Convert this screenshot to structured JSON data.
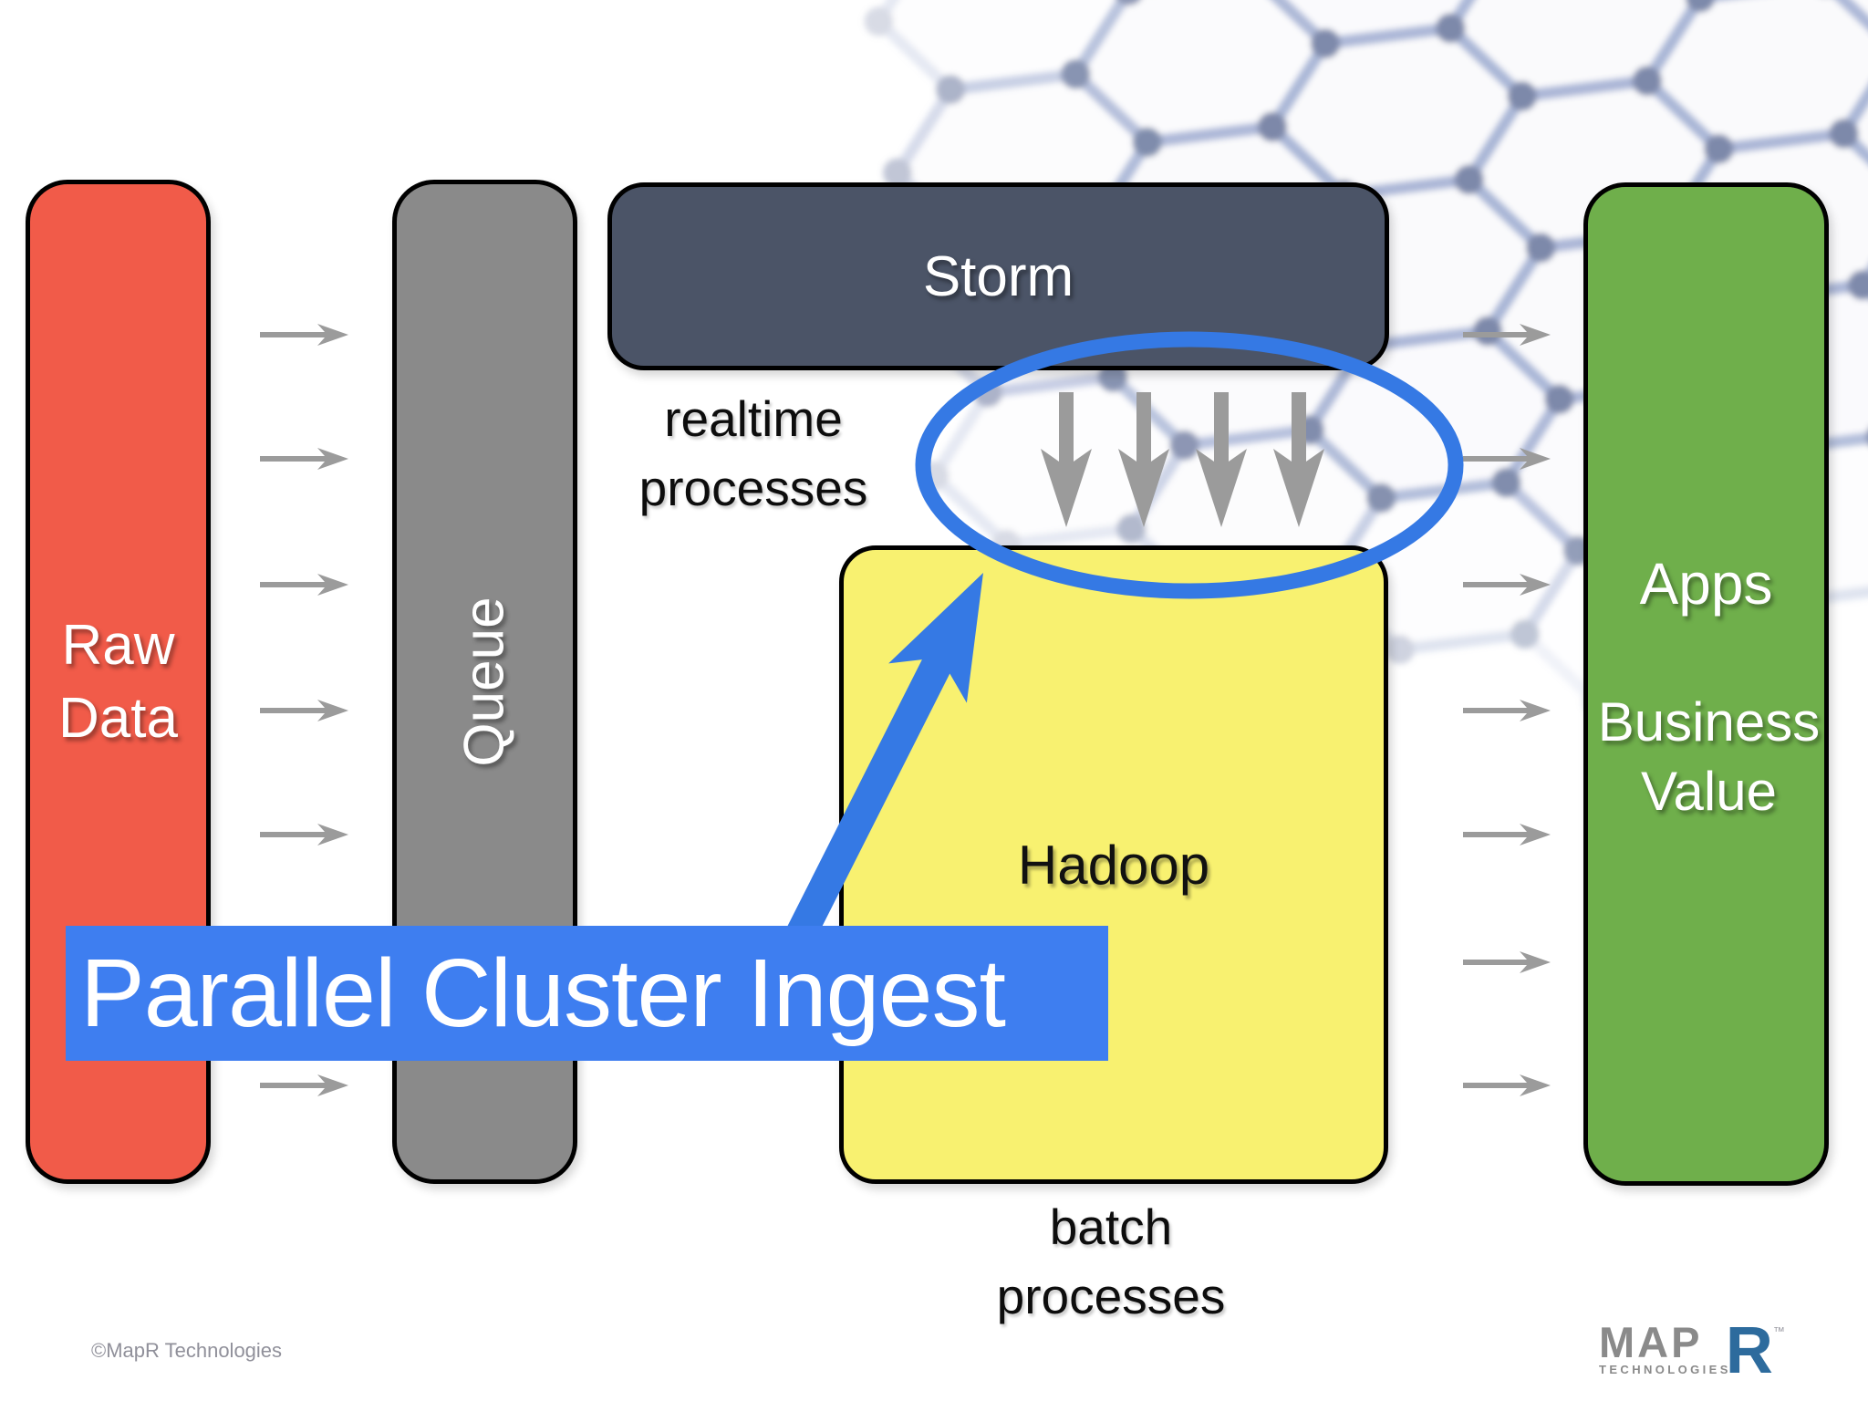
{
  "pipeline": {
    "raw_data": {
      "label": "Raw Data"
    },
    "queue": {
      "label": "Queue"
    },
    "storm": {
      "label": "Storm",
      "caption": "realtime processes"
    },
    "hadoop": {
      "label": "Hadoop",
      "caption": "batch processes"
    },
    "apps": {
      "label_top": "Apps",
      "label_bottom": "Business Value"
    }
  },
  "banner": {
    "label": "Parallel Cluster Ingest"
  },
  "footer": {
    "copyright": "©MapR Technologies"
  },
  "logo": {
    "map": "MAP",
    "r": "R",
    "tm": "™",
    "technologies": "TECHNOLOGIES"
  },
  "colors": {
    "raw": "#F15B49",
    "queue": "#8A8A8A",
    "storm": "#4B5467",
    "hadoop": "#F8F170",
    "apps": "#6FAF4B",
    "accent_blue": "#3579E4",
    "banner_blue": "#3E7EF0",
    "arrow_gray": "#9B9B9B",
    "molecule_bond": "#A9B5D6",
    "molecule_node": "#7D89AA",
    "logo_gray": "#8A8A8A",
    "logo_blue": "#2D6B9D"
  }
}
